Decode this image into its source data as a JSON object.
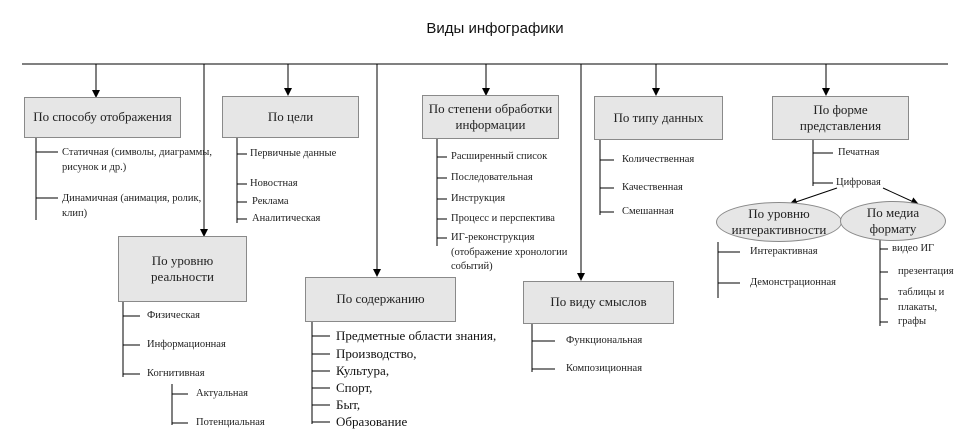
{
  "title": "Виды инфографики",
  "categories": {
    "display": {
      "label": "По способу отображения",
      "items": [
        "Статичная (символы, диаграммы, рисунок и др.)",
        "Динамичная (анимация, ролик, клип)"
      ]
    },
    "goal": {
      "label": "По цели",
      "items": [
        "Первичные данные",
        "Новостная",
        "Реклама",
        "Аналитическая"
      ]
    },
    "processing": {
      "label": "По степени обработки информации",
      "items": [
        "Расширенный список",
        "Последовательная",
        "Инструкция",
        "Процесс и перспектива",
        "ИГ-реконструкция (отображение хронологии событий)"
      ]
    },
    "data_type": {
      "label": "По типу данных",
      "items": [
        "Количественная",
        "Качественная",
        "Смешанная"
      ]
    },
    "form": {
      "label": "По форме представления",
      "items": [
        "Печатная",
        "Цифровая"
      ]
    },
    "reality": {
      "label": "По уровню реальности",
      "items": [
        "Физическая",
        "Информационная",
        "Когнитивная"
      ],
      "subitems": [
        "Актуальная",
        "Потенциальная"
      ]
    },
    "content": {
      "label": "По содержанию",
      "items": [
        "Предметные области знания,",
        "Производство,",
        "Культура,",
        "Спорт,",
        "Быт,",
        "Образование"
      ]
    },
    "meaning": {
      "label": "По виду смыслов",
      "items": [
        "Функциональная",
        "Композиционная"
      ]
    },
    "interactivity": {
      "label": "По уровню интерактивности",
      "items": [
        "Интерактивная",
        "Демонстрационная"
      ]
    },
    "media": {
      "label": "По медиа формату",
      "items": [
        "видео ИГ",
        "презентация",
        "таблицы и плакаты,",
        "графы"
      ]
    }
  },
  "colors": {
    "box_fill": "#e6e6e6",
    "line": "#000000"
  }
}
